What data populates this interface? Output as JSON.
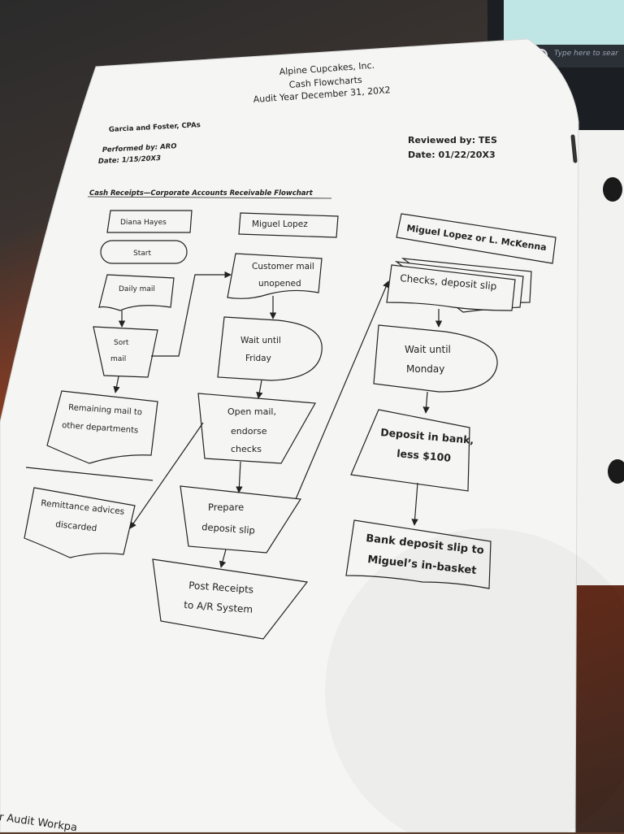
{
  "taskbar": {
    "search_placeholder": "Type here to sear"
  },
  "header": {
    "company": "Alpine Cupcakes, Inc.",
    "doc_title": "Cash Flowcharts",
    "audit_year": "Audit Year December 31, 20X2",
    "firm": "Garcia and Foster, CPAs",
    "performed_by": "Performed by: ARO",
    "performed_date": "Date: 1/15/20X3",
    "reviewed_by": "Reviewed by: TES",
    "reviewed_date": "Date: 01/22/20X3",
    "flowchart_title": "Cash Receipts—Corporate Accounts Receivable Flowchart"
  },
  "lanes": {
    "lane1": "Diana Hayes",
    "lane2": "Miguel Lopez",
    "lane3": "Miguel Lopez or L. McKenna"
  },
  "nodes": {
    "start": "Start",
    "daily_mail": "Daily mail",
    "sort_mail_1": "Sort",
    "sort_mail_2": "mail",
    "remaining_mail_1": "Remaining mail to",
    "remaining_mail_2": "other departments",
    "remittance_1": "Remittance advices",
    "remittance_2": "discarded",
    "customer_mail_1": "Customer mail",
    "customer_mail_2": "unopened",
    "wait_friday_1": "Wait until",
    "wait_friday_2": "Friday",
    "open_mail_1": "Open mail,",
    "open_mail_2": "endorse",
    "open_mail_3": "checks",
    "prepare_1": "Prepare",
    "prepare_2": "deposit slip",
    "post_1": "Post Receipts",
    "post_2": "to A/R System",
    "checks_slip": "Checks, deposit slip",
    "wait_monday_1": "Wait until",
    "wait_monday_2": "Monday",
    "deposit_1": "Deposit in bank,",
    "deposit_2": "less $100",
    "bank_slip_1": "Bank deposit slip to",
    "bank_slip_2": "Miguel’s in-basket"
  },
  "footer": {
    "text": "r Audit Workpa"
  }
}
